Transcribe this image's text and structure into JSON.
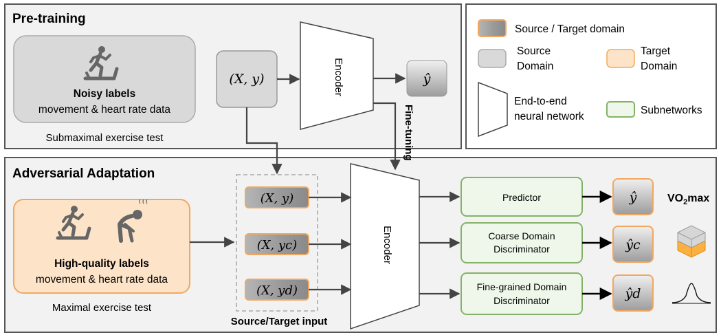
{
  "pretraining": {
    "title": "Pre-training",
    "source_label_bold": "Noisy labels",
    "source_label_sub": "movement & heart rate data",
    "source_caption": "Submaximal exercise test",
    "input": "(X, y)",
    "encoder": "Encoder",
    "output": "ŷ"
  },
  "legend": {
    "source_target": "Source / Target domain",
    "source_domain_line1": "Source",
    "source_domain_line2": "Domain",
    "target_domain_line1": "Target",
    "target_domain_line2": "Domain",
    "network_line1": "End-to-end",
    "network_line2": "neural network",
    "subnetworks": "Subnetworks"
  },
  "finetuning": "Fine-tuning",
  "adaptation": {
    "title": "Adversarial Adaptation",
    "target_label_bold": "High-quality labels",
    "target_label_sub": "movement & heart rate data",
    "target_caption": "Maximal exercise test",
    "inputs": [
      "(X, y)",
      "(X, yc)",
      "(X, yd)"
    ],
    "input_group_caption": "Source/Target input",
    "encoder": "Encoder",
    "heads": [
      {
        "line1": "Predictor",
        "line2": ""
      },
      {
        "line1": "Coarse Domain",
        "line2": "Discriminator"
      },
      {
        "line1": "Fine-grained Domain",
        "line2": "Discriminator"
      }
    ],
    "outputs": [
      "ŷ",
      "ŷc",
      "ŷd"
    ],
    "vo2max_main": "VO",
    "vo2max_sub": "2",
    "vo2max_tail": "max"
  },
  "colors": {
    "panel_border": "#555555",
    "panel_fill": "#f2f2f2",
    "source_fill": "#d9d9d9",
    "target_fill": "#fde4c8",
    "target_border": "#f0a860",
    "subnet_border": "#82b366",
    "subnet_fill": "#eef7ea",
    "arrow": "#444444"
  },
  "icons": [
    "treadmill-runner-icon",
    "exhausted-person-icon",
    "cube-stack-icon",
    "gaussian-curve-icon"
  ]
}
